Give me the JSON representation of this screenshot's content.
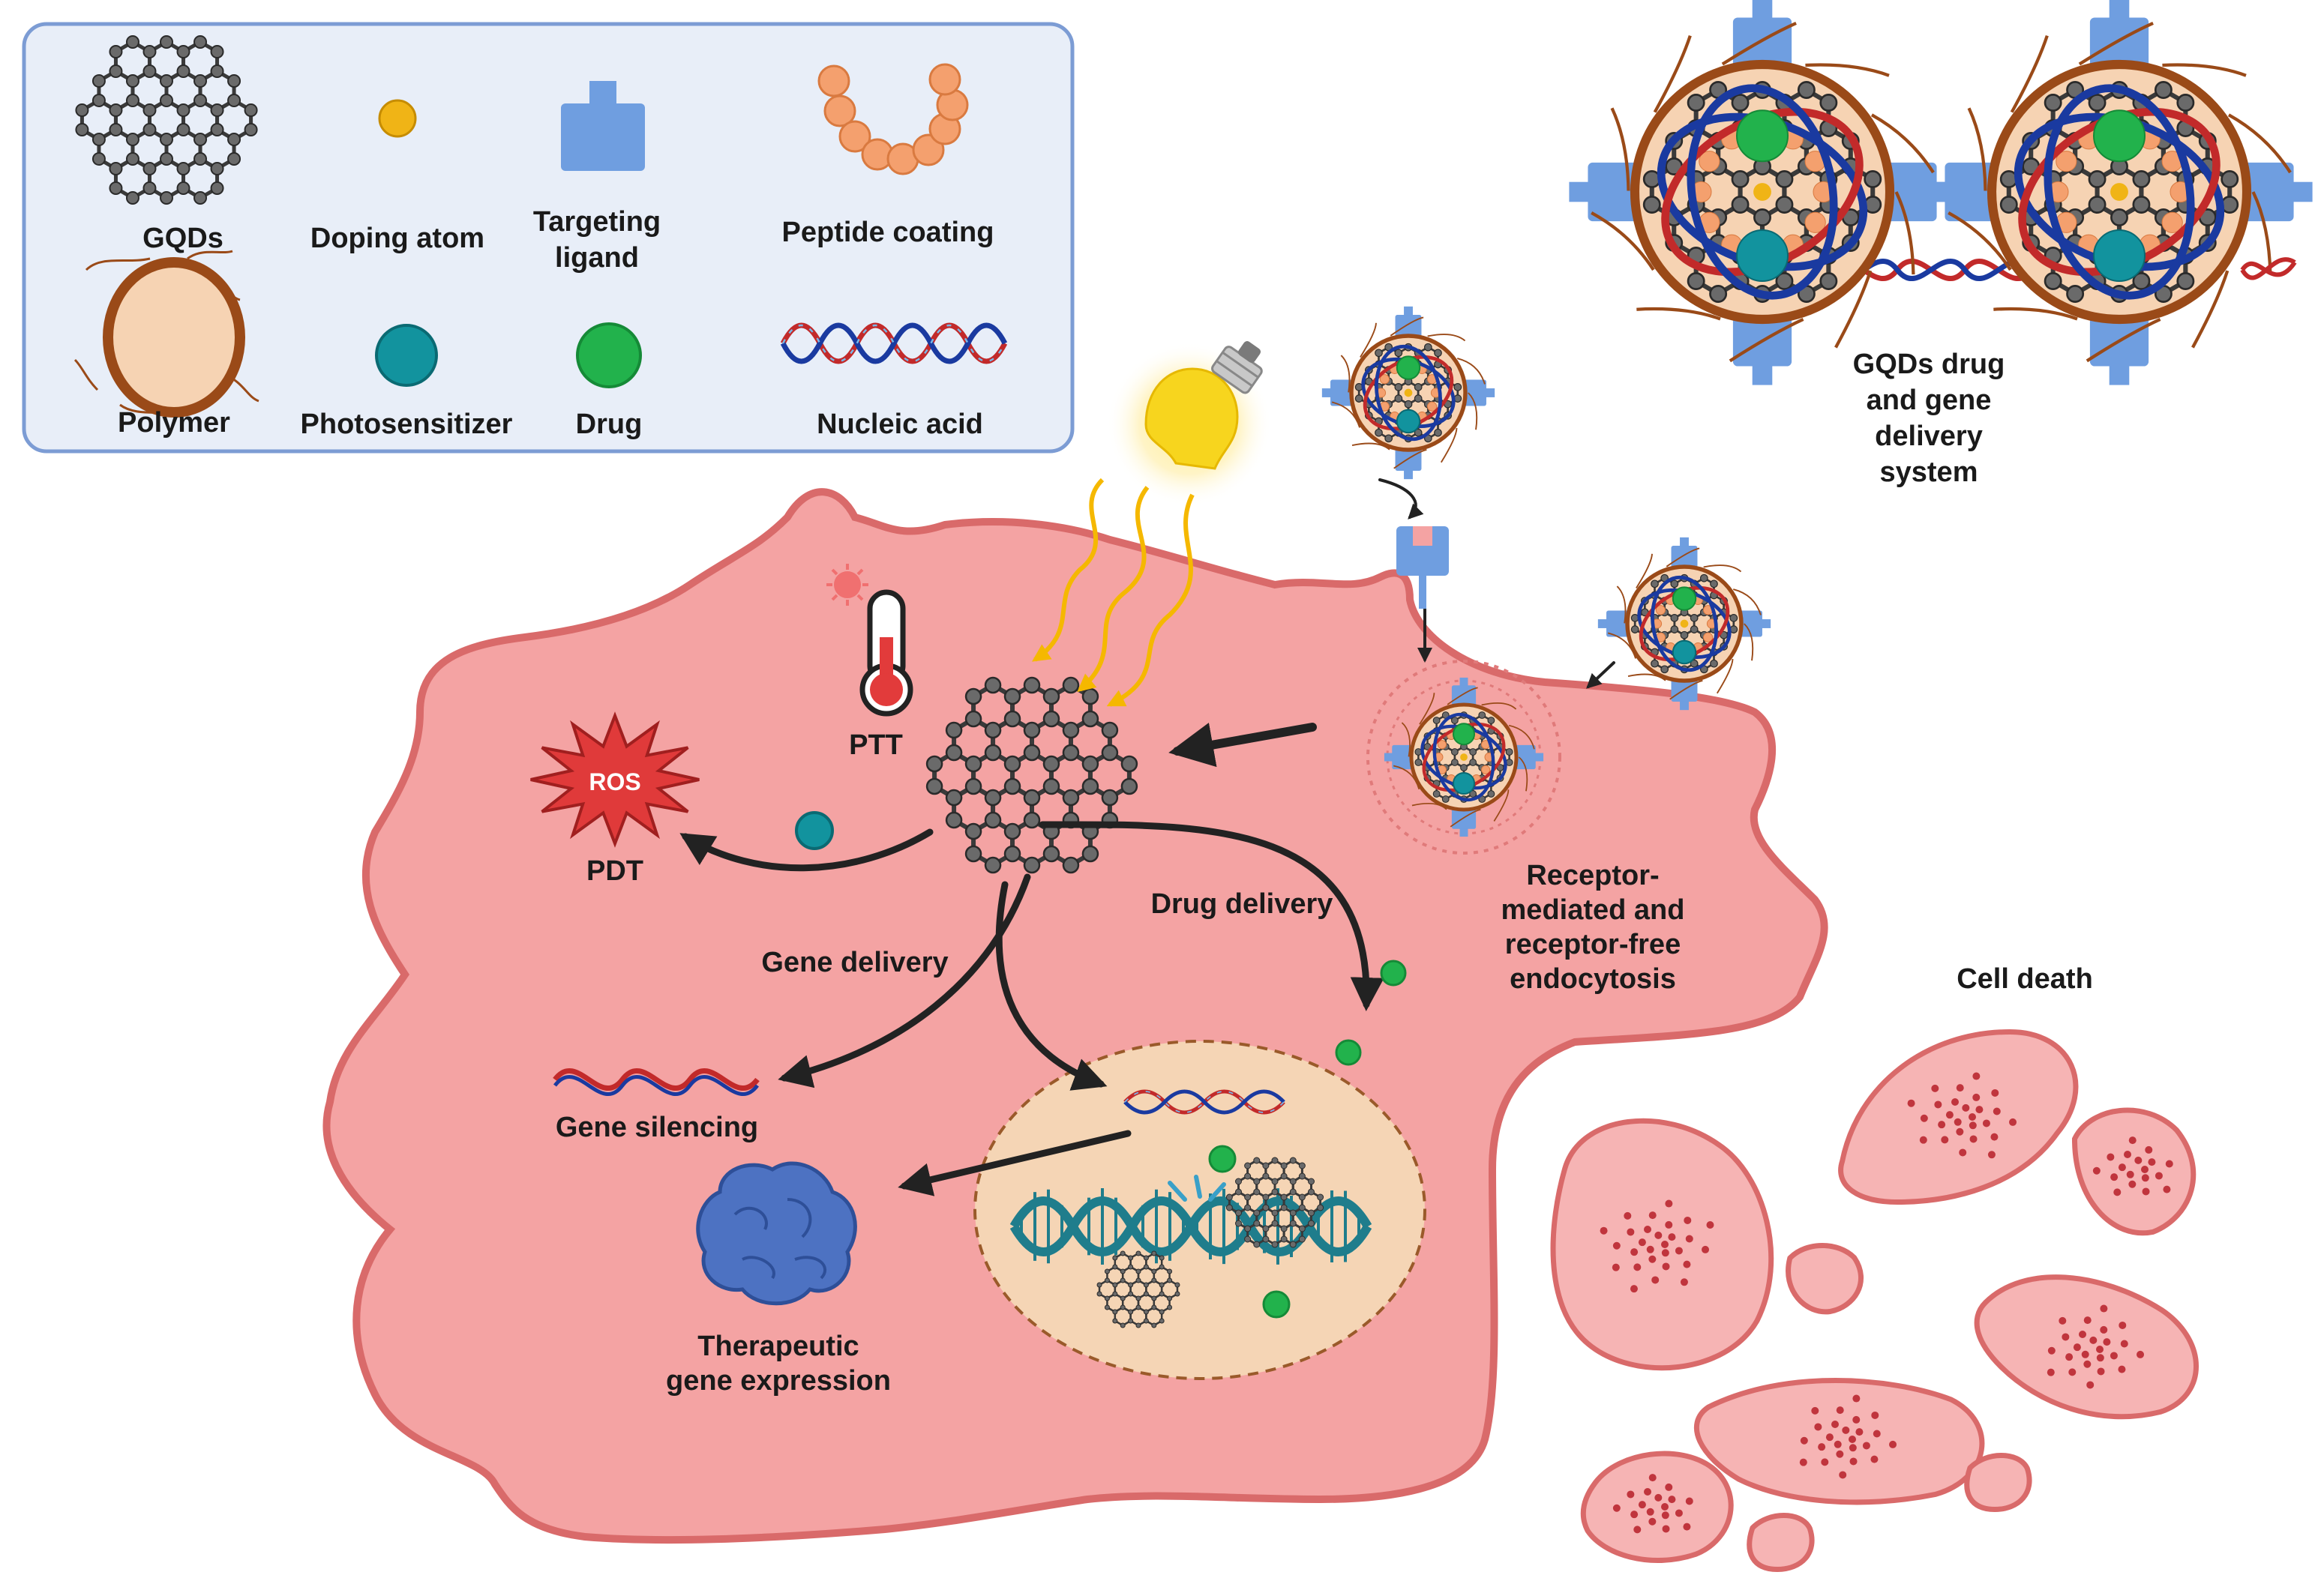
{
  "legend": {
    "items": [
      {
        "key": "gqds",
        "label": "GQDs"
      },
      {
        "key": "doping",
        "label": "Doping atom"
      },
      {
        "key": "ligand",
        "label": [
          "Targeting",
          "ligand"
        ]
      },
      {
        "key": "peptide",
        "label": "Peptide coating"
      },
      {
        "key": "polymer",
        "label": "Polymer"
      },
      {
        "key": "photosensitizer",
        "label": "Photosensitizer"
      },
      {
        "key": "drug",
        "label": "Drug"
      },
      {
        "key": "nucleic",
        "label": "Nucleic acid"
      }
    ]
  },
  "system_label": [
    "GQDs drug",
    "and gene",
    "delivery",
    "system"
  ],
  "cell": {
    "ptt": "PTT",
    "ros": "ROS",
    "pdt": "PDT",
    "gene_delivery": "Gene delivery",
    "drug_delivery": "Drug delivery",
    "gene_silencing": "Gene silencing",
    "therapeutic": [
      "Therapeutic",
      "gene expression"
    ],
    "endocytosis": [
      "Receptor-",
      "mediated and",
      "receptor-free",
      "endocytosis"
    ]
  },
  "cell_death": "Cell death",
  "colors": {
    "cell_fill": "#f4a3a3",
    "cell_stroke": "#d96a6a",
    "legend_bg": "#e8eef8",
    "legend_border": "#7c9cd4",
    "ligand": "#6f9ee0",
    "drug": "#22b24c",
    "photosensitizer": "#12939e",
    "doping": "#f0b416",
    "peptide": "#f4a06e",
    "polymer_fill": "#f6d3b3",
    "polymer_ring": "#9a4a18",
    "nucleus_fill": "#f5d5b5",
    "dna": "#1f7d8c"
  }
}
